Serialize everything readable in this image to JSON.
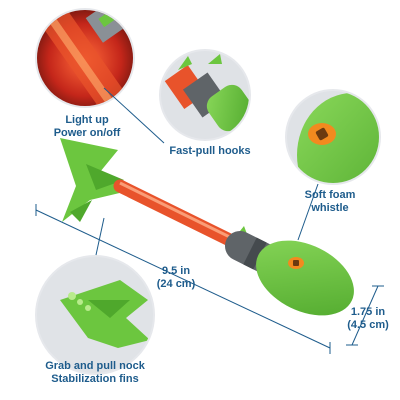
{
  "callouts": {
    "light_up": [
      "Light up",
      "Power on/off"
    ],
    "hooks": "Fast-pull hooks",
    "whistle": [
      "Soft foam",
      "whistle"
    ],
    "fins": [
      "Grab and pull nock",
      "Stabilization fins"
    ]
  },
  "dimensions": {
    "length": [
      "9.5 in",
      "(24 cm)"
    ],
    "diameter": [
      "1.75 in",
      "(4.5 cm)"
    ]
  },
  "colors": {
    "label": "#1e5c8c",
    "foam_green": "#6cc63f",
    "shaft_orange": "#e8532b",
    "band_gray": "#5f6468",
    "light_red": "#d1301f",
    "whistle_orange": "#f28a1f",
    "callout_ring": "#d9dde2"
  }
}
